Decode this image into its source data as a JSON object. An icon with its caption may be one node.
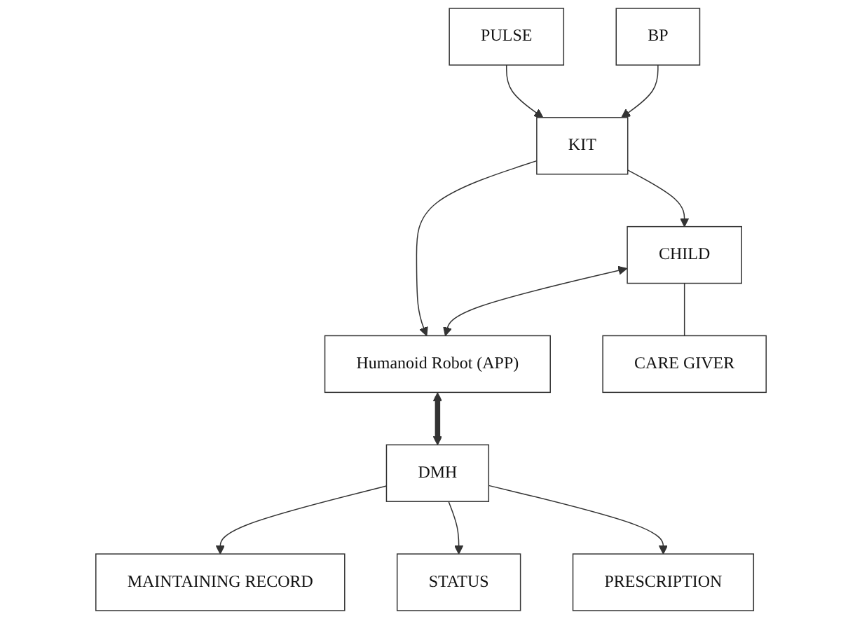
{
  "diagram": {
    "nodes": [
      {
        "text": [
          "PULSE"
        ]
      },
      {
        "text": [
          "BP"
        ]
      },
      {
        "text": [
          "KIT"
        ]
      },
      {
        "text": [
          "CHILD"
        ]
      },
      {
        "text": [
          "Humanoid Robot (APP)"
        ]
      },
      {
        "text": [
          "CARE GIVER"
        ]
      },
      {
        "text": [
          "DMH"
        ]
      },
      {
        "text": [
          "MAINTAINING RECORD"
        ]
      },
      {
        "text": [
          "STATUS"
        ]
      },
      {
        "text": [
          "PRESCRIPTION"
        ]
      }
    ],
    "edges": [
      {
        "from": 0,
        "to": 2,
        "arrow": "to"
      },
      {
        "from": 1,
        "to": 2,
        "arrow": "to"
      },
      {
        "from": 2,
        "to": 3,
        "arrow": "to"
      },
      {
        "from": 2,
        "to": 4,
        "arrow": "to"
      },
      {
        "from": 3,
        "to": 4,
        "arrow": "both"
      },
      {
        "from": 3,
        "to": 5,
        "arrow": "none"
      },
      {
        "from": 4,
        "to": 6,
        "arrow": "both",
        "style": "thick"
      },
      {
        "from": 6,
        "to": 7,
        "arrow": "to"
      },
      {
        "from": 6,
        "to": 8,
        "arrow": "to"
      },
      {
        "from": 6,
        "to": 9,
        "arrow": "to"
      }
    ]
  }
}
